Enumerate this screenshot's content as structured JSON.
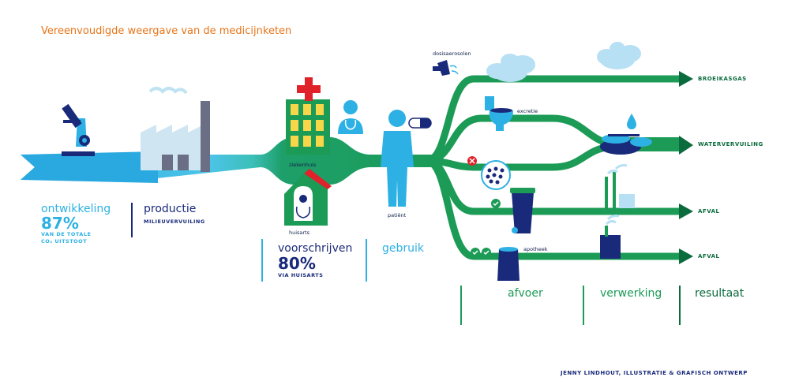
{
  "title": "Vereenvoudigde weergave van de medicijnketen",
  "stages": {
    "ontwikkeling": {
      "label": "ontwikkeling",
      "pct": "87%",
      "sub1": "VAN DE TOTALE",
      "sub2": "CO₂ UITSTOOT"
    },
    "productie": {
      "label": "productie",
      "sub": "MILIEUVERVUILING"
    },
    "voorschrijven": {
      "label": "voorschrijven",
      "pct": "80%",
      "sub": "VIA HUISARTS"
    },
    "gebruik": {
      "label": "gebruik"
    },
    "afvoer": {
      "label": "afvoer"
    },
    "verwerking": {
      "label": "verwerking"
    },
    "resultaat": {
      "label": "resultaat"
    }
  },
  "icon_labels": {
    "ziekenhuis": "ziekenhuis",
    "huisarts": "huisarts",
    "patient": "patiënt",
    "dosisaerosolen": "dosisaerosolen",
    "excretie": "excretie",
    "apotheek": "apotheek"
  },
  "outcomes": [
    "BROEIKASGAS",
    "WATERVERVUILING",
    "AFVAL",
    "AFVAL"
  ],
  "credit": "JENNY LINDHOUT, ILLUSTRATIE & GRAFISCH ONTWERP",
  "icons": [
    "microscope-icon",
    "factory-icon",
    "hospital-icon",
    "doctor-icon",
    "house-icon",
    "patient-icon",
    "pill-icon",
    "inhaler-icon",
    "toilet-icon",
    "treatment-plant-icon",
    "bin-icon",
    "recycle-plant-icon",
    "barrel-icon",
    "cross-icon",
    "check-icon",
    "cloud-icon"
  ],
  "colors": {
    "title": "#e8751a",
    "blue_stream": "#2db1e4",
    "green_stream": "#1b9b56",
    "dark_green": "#0a6b3c",
    "navy": "#1a2a7a"
  }
}
